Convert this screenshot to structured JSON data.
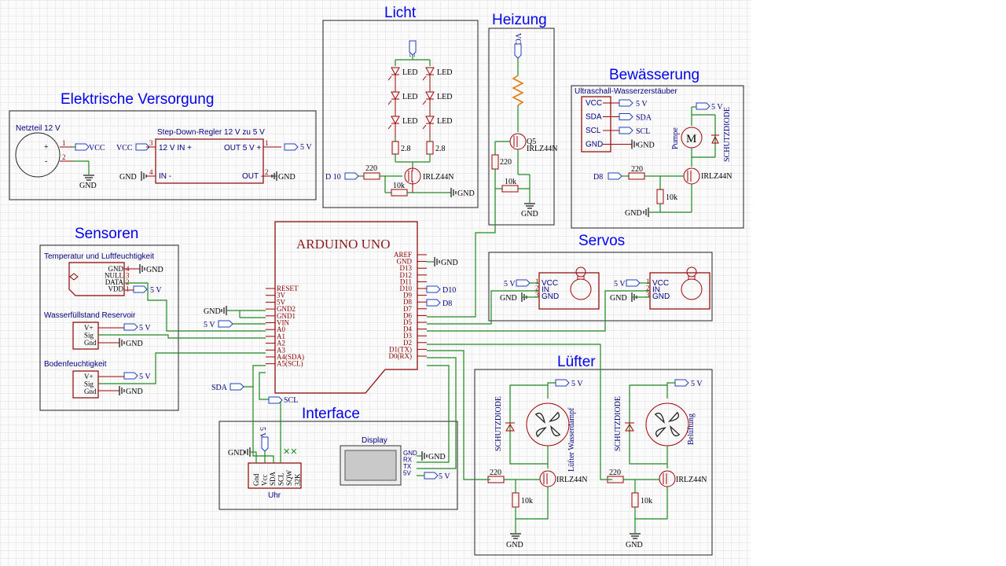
{
  "sections": {
    "versorgung": "Elektrische Versorgung",
    "licht": "Licht",
    "heizung": "Heizung",
    "bewaesserung": "Bewässerung",
    "sensoren": "Sensoren",
    "servos": "Servos",
    "luefter": "Lüfter",
    "interface": "Interface"
  },
  "arduino": {
    "title": "ARDUINO UNO",
    "left_pins": [
      "RESET",
      "3V",
      "5V",
      "GND2",
      "GND1",
      "VIN",
      "A0",
      "A1",
      "A2",
      "A3",
      "A4(SDA)",
      "A5(SCL)"
    ],
    "right_pins": [
      "AREF",
      "GND",
      "D13",
      "D12",
      "D11",
      "D10",
      "D9",
      "D8",
      "D7",
      "D6",
      "D5",
      "D4",
      "D3",
      "D2",
      "D1(TX)",
      "D0(RX)"
    ]
  },
  "versorgung": {
    "netzteil": "Netzteil 12 V",
    "plus": "+",
    "minus": "-",
    "regler": "Step-Down-Regler 12 V zu 5 V",
    "in_plus": "12 V IN +",
    "in_minus": "IN -",
    "out_plus": "OUT 5 V +",
    "out_minus": "OUT -",
    "vcc": "VCC",
    "gnd": "GND",
    "v5": "5 V",
    "pin1": "1",
    "pin2": "2",
    "pin3": "3",
    "pin4": "4"
  },
  "licht": {
    "vcc": "VCC",
    "led": "LED",
    "r1": "2.8",
    "r2": "2.8",
    "d10": "D 10",
    "r220": "220",
    "r10k": "10k",
    "mosfet": "IRLZ44N",
    "gnd": "GND"
  },
  "heizung": {
    "vcc": "VCC",
    "q": "Q5",
    "mosfet": "IRLZ44N",
    "r220": "220",
    "r10k": "10k",
    "gnd": "GND"
  },
  "bewaesserung": {
    "zerstaeuber": "Ultraschall-Wasserzerstäuber",
    "pins": [
      "VCC",
      "SDA",
      "SCL",
      "GND"
    ],
    "nets": [
      "5 V",
      "SDA",
      "SCL",
      "GND"
    ],
    "pumpe": "Pumpe",
    "motor": "M",
    "diode": "SCHUTZDIODE",
    "v5": "5 V",
    "d8": "D8",
    "r220": "220",
    "r10k": "10k",
    "mosfet": "IRLZ44N",
    "gnd": "GND"
  },
  "sensoren": {
    "temp": "Temperatur und Luftfeuchtigkeit",
    "temp_pins": [
      "GND",
      "NULL",
      "DATA",
      "VDD"
    ],
    "temp_nums": [
      "4",
      "3",
      "2",
      "1"
    ],
    "wasser": "Wasserfüllstand Reservoir",
    "boden": "Bodenfeuchtigkeit",
    "sens_pins": [
      "V+",
      "Sig",
      "Gnd"
    ],
    "v5": "5 V",
    "gnd": "GND"
  },
  "servos": {
    "pins": [
      "VCC",
      "IN",
      "GND"
    ],
    "v5": "5 V",
    "gnd": "GND"
  },
  "luefter": {
    "l1": "Lüfter Wasserdampf",
    "l2": "Belüftung",
    "diode": "SCHUTZDIODE",
    "v5": "5 V",
    "r220": "220",
    "r10k": "10k",
    "mosfet": "IRLZ44N",
    "gnd": "GND"
  },
  "interface": {
    "uhr": "Uhr",
    "uhr_pins": [
      "Gnd",
      "Vcc",
      "SDA",
      "SCL",
      "SQW",
      "32K"
    ],
    "display": "Display",
    "disp_pins": [
      "GND",
      "RX",
      "TX",
      "5V"
    ],
    "v5": "5 V",
    "gnd": "GND",
    "sda": "SDA",
    "scl": "SCL"
  },
  "arduino_nets": {
    "gnd": "GND",
    "v5": "5 V",
    "d10": "D10",
    "d8": "D8"
  }
}
